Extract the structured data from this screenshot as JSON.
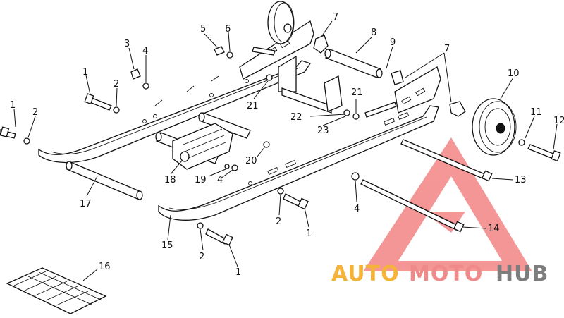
{
  "diagram": {
    "callouts": [
      {
        "id": "c1a",
        "text": "1"
      },
      {
        "id": "c2a",
        "text": "2"
      },
      {
        "id": "c1b",
        "text": "1"
      },
      {
        "id": "c2b",
        "text": "2"
      },
      {
        "id": "c3",
        "text": "3"
      },
      {
        "id": "c4a",
        "text": "4"
      },
      {
        "id": "c5",
        "text": "5"
      },
      {
        "id": "c6",
        "text": "6"
      },
      {
        "id": "c7a",
        "text": "7"
      },
      {
        "id": "c8",
        "text": "8"
      },
      {
        "id": "c9",
        "text": "9"
      },
      {
        "id": "c7b",
        "text": "7"
      },
      {
        "id": "c10",
        "text": "10"
      },
      {
        "id": "c11",
        "text": "11"
      },
      {
        "id": "c12",
        "text": "12"
      },
      {
        "id": "c13",
        "text": "13"
      },
      {
        "id": "c14",
        "text": "14"
      },
      {
        "id": "c21a",
        "text": "21"
      },
      {
        "id": "c21b",
        "text": "21"
      },
      {
        "id": "c22",
        "text": "22"
      },
      {
        "id": "c23",
        "text": "23"
      },
      {
        "id": "c20",
        "text": "20"
      },
      {
        "id": "c18",
        "text": "18"
      },
      {
        "id": "c19",
        "text": "19"
      },
      {
        "id": "c4b",
        "text": "4"
      },
      {
        "id": "c17",
        "text": "17"
      },
      {
        "id": "c15",
        "text": "15"
      },
      {
        "id": "c2c",
        "text": "2"
      },
      {
        "id": "c1c",
        "text": "1"
      },
      {
        "id": "c2d",
        "text": "2"
      },
      {
        "id": "c1d",
        "text": "1"
      },
      {
        "id": "c4c",
        "text": "4"
      },
      {
        "id": "c16",
        "text": "16"
      }
    ]
  },
  "watermark": {
    "text_auto": "AUTO",
    "text_moto": "MOTO",
    "text_hub": "HUB",
    "colors": {
      "orange": "#f5b33a",
      "red": "#f08a8a",
      "gray": "#7d7d7d",
      "triangle": "#f26b6b"
    }
  }
}
